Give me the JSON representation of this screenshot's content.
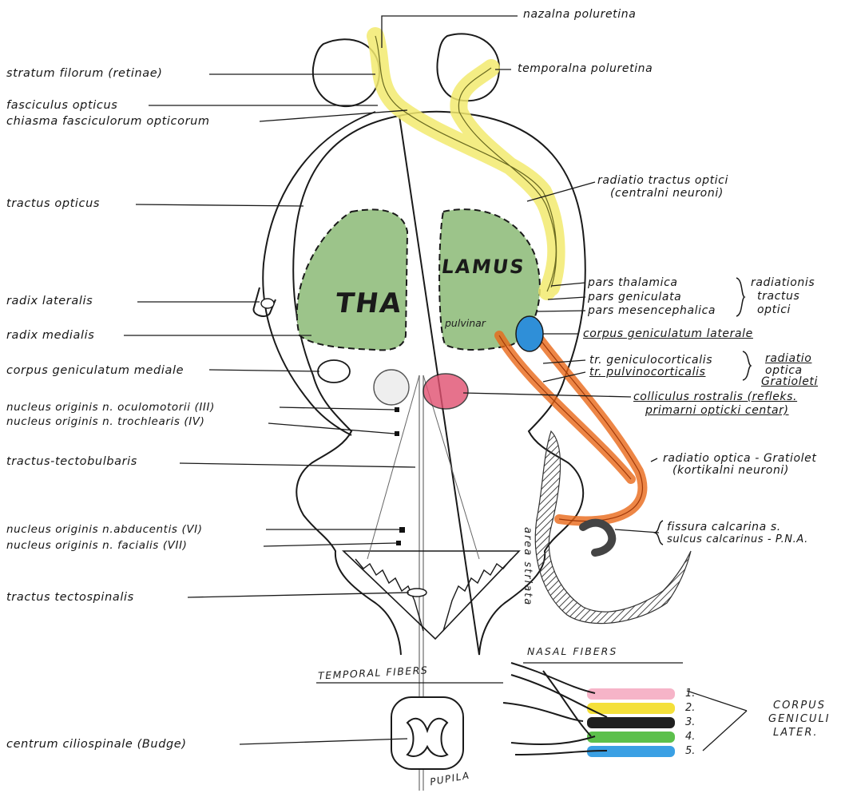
{
  "colors": {
    "thalamus": "#9cc48a",
    "central_neurons": "#f2ea6e",
    "cortical_neurons": "#e86818",
    "corpus_geniculatum_laterale": "#2f8fd8",
    "colliculus_rostralis": "#e05070",
    "cortex_hatch": "#555555"
  },
  "labels_left": [
    "stratum filorum (retinae)",
    "fasciculus opticus",
    "chiasma fasciculorum opticorum",
    "tractus opticus",
    "radix lateralis",
    "radix medialis",
    "corpus geniculatum mediale",
    "nucleus originis n. oculomotorii (III)",
    "nucleus originis n. trochlearis (IV)",
    "tractus-tectobulbaris",
    "nucleus originis n.abducentis (VI)",
    "nucleus originis n. facialis (VII)",
    "tractus tectospinalis",
    "centrum ciliospinale (Budge)"
  ],
  "labels_right": {
    "nazalna": "nazalna poluretina",
    "temporalna": "temporalna poluretina",
    "radiatio_tractus_1": "radiatio tractus optici",
    "radiatio_tractus_2": "(centralni neuroni)",
    "pars_thalamica": "pars thalamica",
    "pars_geniculata": "pars geniculata",
    "pars_mesencephalica": "pars mesencephalica",
    "radiationis": "radiationis",
    "tractus": "tractus",
    "optici": "optici",
    "cgl": "corpus geniculatum laterale",
    "tr_geniculo": "tr. geniculocorticalis",
    "tr_pulvino": "tr. pulvinocorticalis",
    "radiatio": "radiatio",
    "optica": "optica",
    "gratioleti": "Gratioleti",
    "colliculus_1": "colliculus rostralis (refleks.",
    "colliculus_2": "primarni opticki centar)",
    "radiatio_optica_1": "radiatio optica - Gratiolet",
    "radiatio_optica_2": "(kortikalni neuroni)",
    "fissura_1": "fissura calcarina s.",
    "fissura_2": "sulcus calcarinus - P.N.A."
  },
  "inner_labels": {
    "tha": "THA",
    "lamus": "LAMUS",
    "pulvinar": "pulvinar",
    "area_striata": "area striata"
  },
  "inset": {
    "nasal_fibers": "NASAL FIBERS",
    "temporal_fibers": "TEMPORAL FIBERS",
    "pupila": "PUPILA",
    "corpus_geniculi": [
      "CORPUS",
      "GENICULI",
      "LATER."
    ],
    "layer_numbers": [
      "1.",
      "2.",
      "3.",
      "4.",
      "5."
    ],
    "layer_colors": [
      "#f6b4c8",
      "#f4e03a",
      "#202020",
      "#5cc04c",
      "#3aa0e4"
    ]
  }
}
